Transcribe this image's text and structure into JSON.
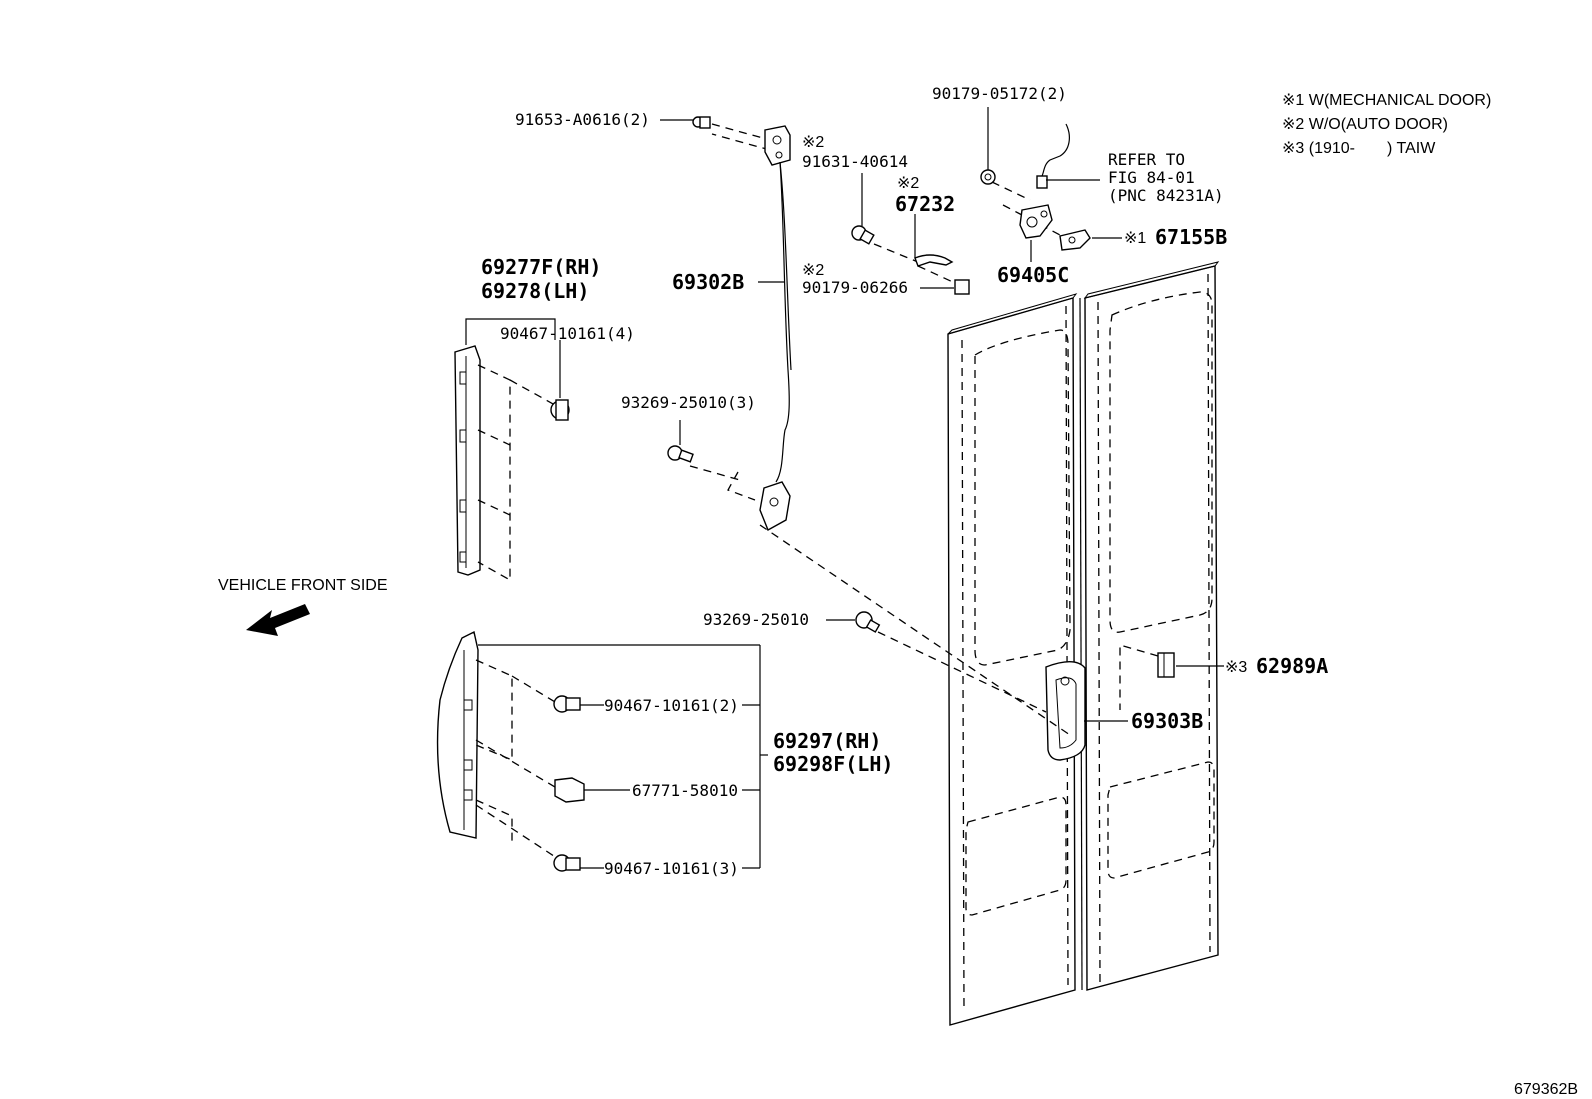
{
  "notes": {
    "n1": "※1 W(MECHANICAL DOOR)",
    "n2": "※2 W/O(AUTO DOOR)",
    "n3": "※3 (1910-　　) TAIW"
  },
  "refer": {
    "line1": "REFER TO",
    "line2": "FIG 84-01",
    "line3": "(PNC 84231A)"
  },
  "direction_label": "VEHICLE FRONT SIDE",
  "figure_id": "679362B",
  "parts": {
    "p91653": "91653-A0616(2)",
    "p91631_mark": "※2",
    "p91631": "91631-40614",
    "p67232_mark": "※2",
    "p67232": "67232",
    "p90179a": "90179-05172(2)",
    "p67155_mark": "※1",
    "p67155": "67155B",
    "p69405": "69405C",
    "p90179b_mark": "※2",
    "p90179b": "90179-06266",
    "p69302": "69302B",
    "p69277": "69277F(RH)",
    "p69278": "69278(LH)",
    "p90467a": "90467-10161(4)",
    "p93269a": "93269-25010(3)",
    "p93269b": "93269-25010",
    "p62989_mark": "※3",
    "p62989": "62989A",
    "p69303": "69303B",
    "p90467b": "90467-10161(2)",
    "p69297": "69297(RH)",
    "p69298": "69298F(LH)",
    "p67771": "67771-58010",
    "p90467c": "90467-10161(3)"
  }
}
